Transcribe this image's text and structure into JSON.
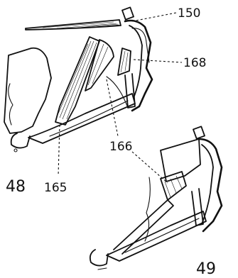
{
  "figure_48": {
    "number": "48",
    "labels": {
      "l150": "150",
      "l168": "168",
      "l166": "166",
      "l165": "165"
    }
  },
  "figure_49": {
    "number": "49"
  },
  "colors": {
    "ink": "#111111",
    "paper": "#ffffff"
  }
}
